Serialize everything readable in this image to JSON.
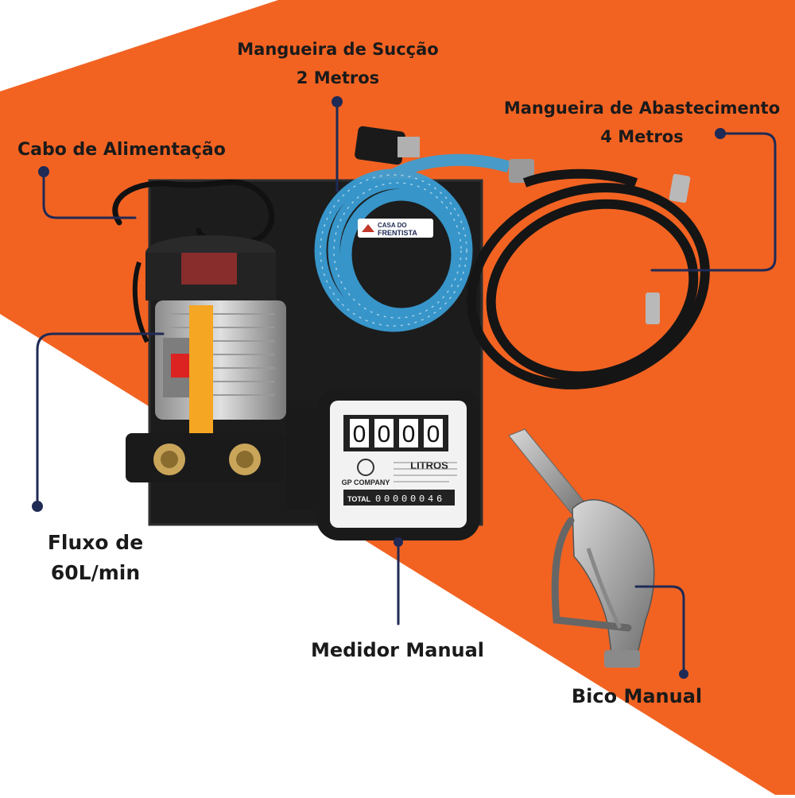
{
  "colors": {
    "accent_orange": "#f26322",
    "background_white": "#ffffff",
    "callout_navy": "#1f2a55",
    "panel_black": "#1c1c1c",
    "hose_blue": "#3aa0d8",
    "pump_yellow": "#f5a623"
  },
  "callouts": {
    "suction_hose": {
      "line1": "Mangueira de Sucção",
      "line2": "2 Metros"
    },
    "supply_hose": {
      "line1": "Mangueira de Abastecimento",
      "line2": "4 Metros"
    },
    "power_cable": {
      "line1": "Cabo de Alimentação"
    },
    "flow": {
      "line1": "Fluxo de",
      "line2": "60L/min"
    },
    "meter": {
      "line1": "Medidor Manual"
    },
    "nozzle": {
      "line1": "Bico Manual"
    }
  },
  "meter": {
    "digits": [
      "0",
      "0",
      "0",
      "0"
    ],
    "unit": "LITROS",
    "brand": "GP COMPANY",
    "total_label": "TOTAL",
    "total_digits": [
      "0",
      "0",
      "0",
      "0",
      "0",
      "0",
      "4",
      "6"
    ]
  },
  "hose_logo": {
    "line1": "CASA DO",
    "line2": "FRENTISTA"
  }
}
